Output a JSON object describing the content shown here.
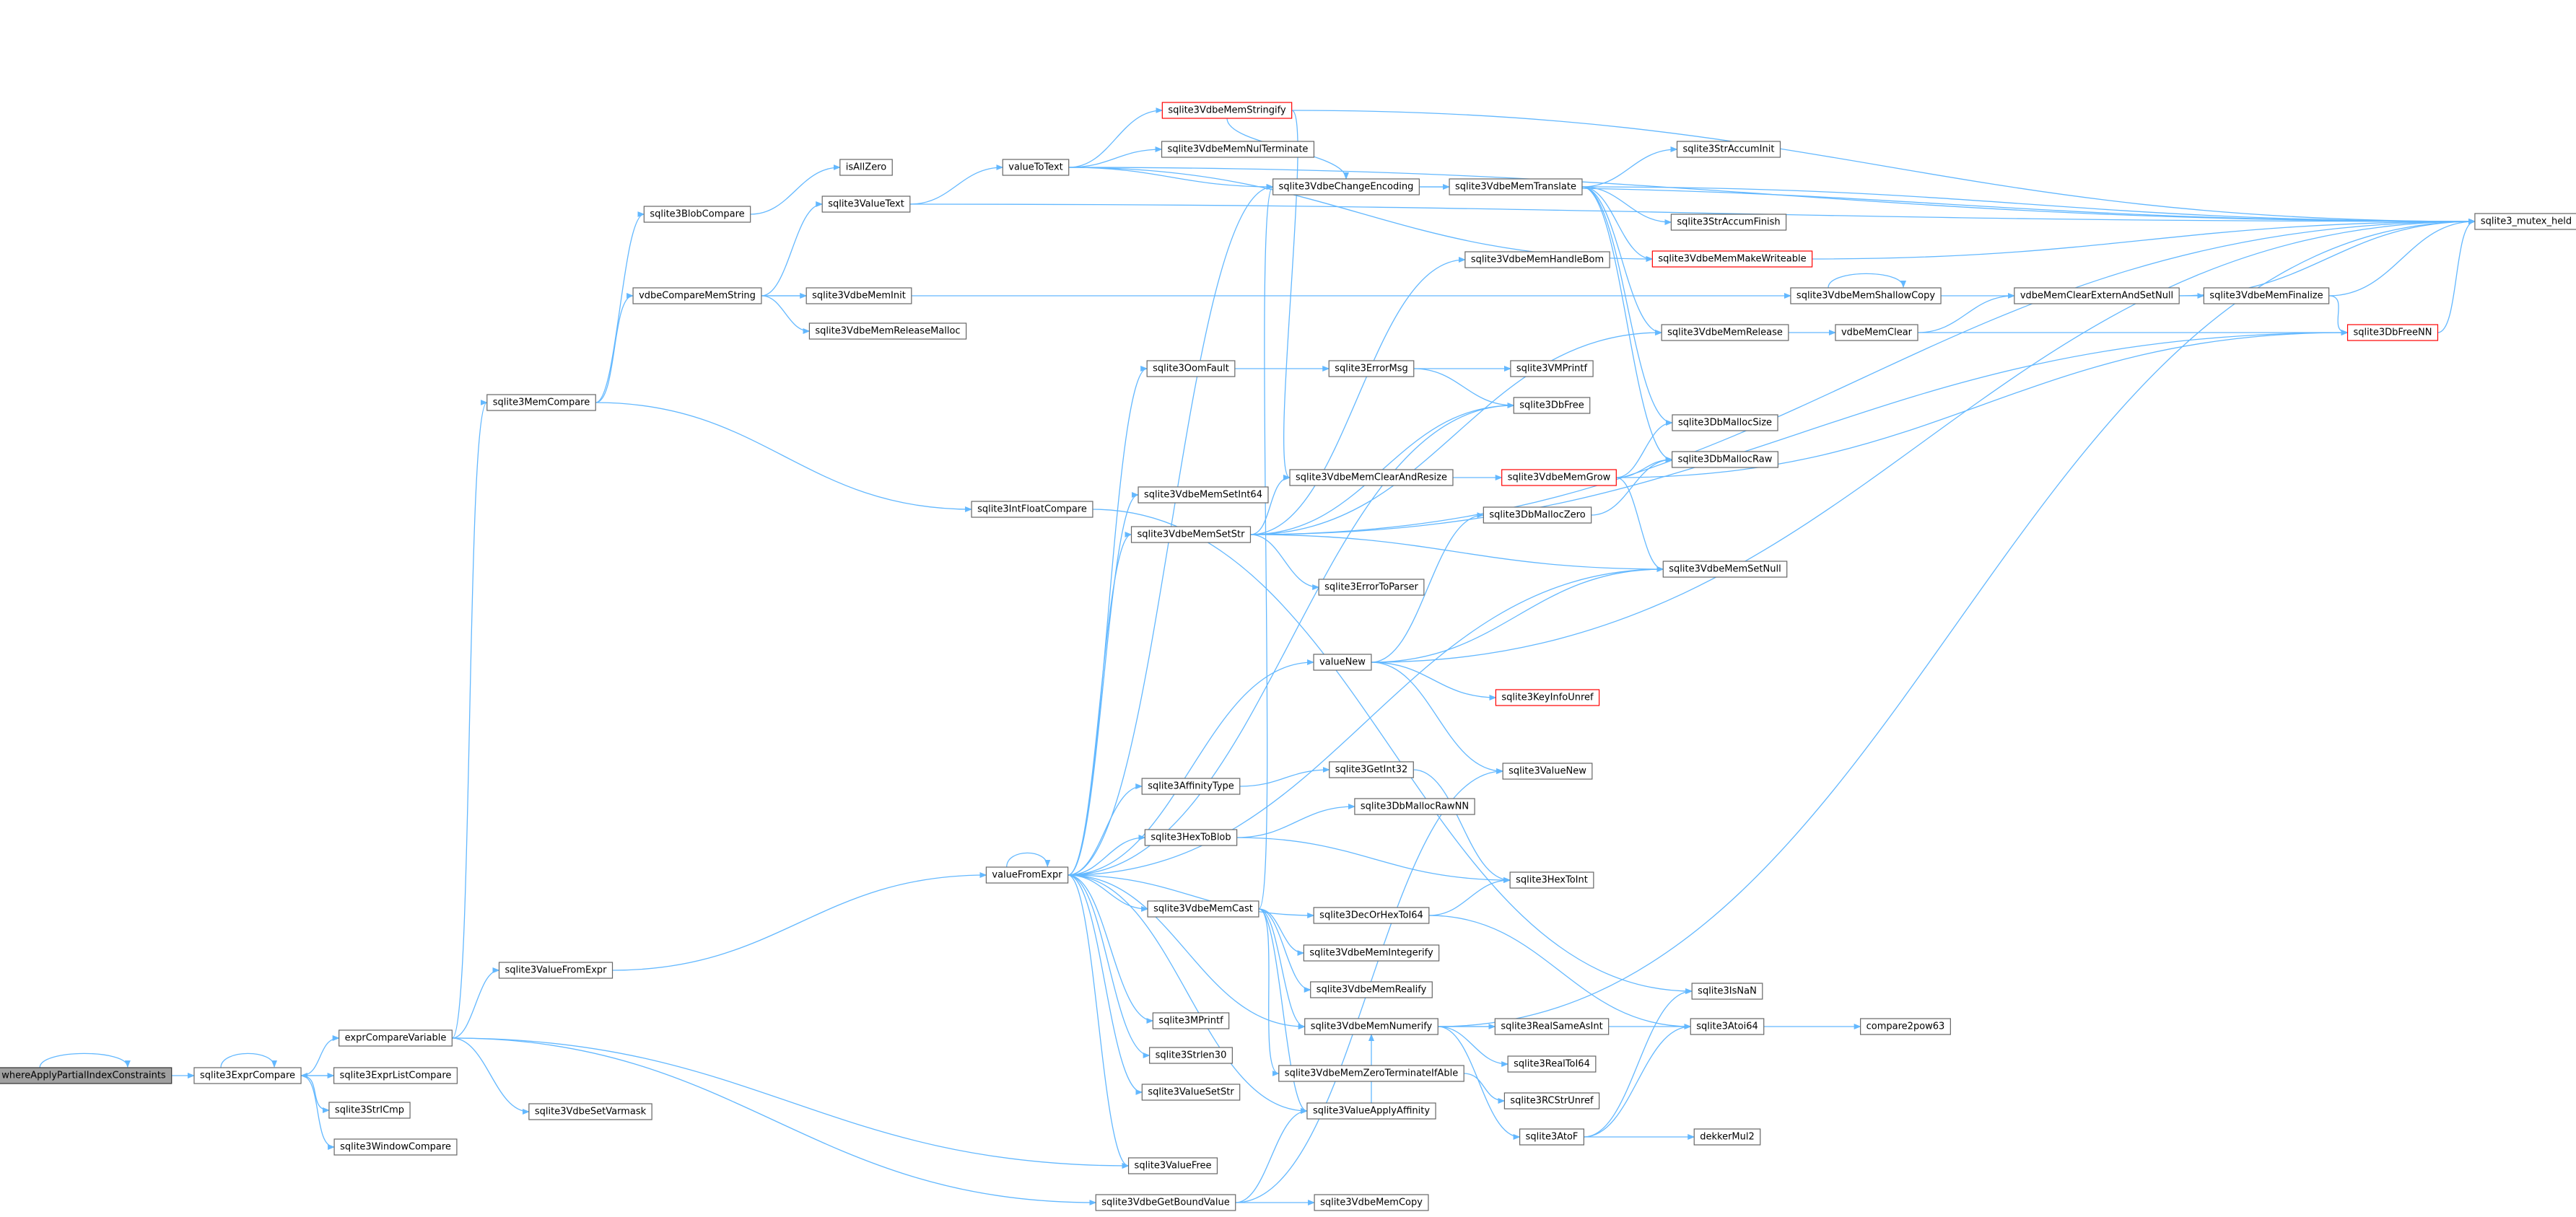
{
  "diagram": {
    "type": "call-graph",
    "colors": {
      "edge": "#63b8ff",
      "node_border": "#666666",
      "highlight_border": "#ff0000",
      "root_fill": "#a0a0a0"
    },
    "nodes": [
      {
        "id": "n0",
        "label": "whereApplyPartialIndexConstraints",
        "root": true
      },
      {
        "id": "n1",
        "label": "sqlite3ExprCompare"
      },
      {
        "id": "n2",
        "label": "exprCompareVariable"
      },
      {
        "id": "n3",
        "label": "sqlite3ExprListCompare"
      },
      {
        "id": "n4",
        "label": "sqlite3StrICmp"
      },
      {
        "id": "n5",
        "label": "sqlite3WindowCompare"
      },
      {
        "id": "n6",
        "label": "sqlite3MemCompare"
      },
      {
        "id": "n7",
        "label": "sqlite3ValueFromExpr"
      },
      {
        "id": "n8",
        "label": "sqlite3VdbeSetVarmask"
      },
      {
        "id": "n9",
        "label": "sqlite3VdbeGetBoundValue"
      },
      {
        "id": "n10",
        "label": "sqlite3ValueFree"
      },
      {
        "id": "n11",
        "label": "sqlite3BlobCompare"
      },
      {
        "id": "n12",
        "label": "vdbeCompareMemString"
      },
      {
        "id": "n13",
        "label": "sqlite3IntFloatCompare"
      },
      {
        "id": "n14",
        "label": "isAllZero"
      },
      {
        "id": "n15",
        "label": "sqlite3ValueText"
      },
      {
        "id": "n16",
        "label": "sqlite3VdbeMemInit"
      },
      {
        "id": "n17",
        "label": "sqlite3VdbeMemReleaseMalloc"
      },
      {
        "id": "n18",
        "label": "valueToText"
      },
      {
        "id": "n19",
        "label": "valueFromExpr"
      },
      {
        "id": "n20",
        "label": "sqlite3VdbeMemStringify",
        "red": true
      },
      {
        "id": "n21",
        "label": "sqlite3VdbeMemNulTerminate"
      },
      {
        "id": "n22",
        "label": "sqlite3VdbeChangeEncoding"
      },
      {
        "id": "n23",
        "label": "sqlite3OomFault"
      },
      {
        "id": "n24",
        "label": "sqlite3VdbeMemSetInt64"
      },
      {
        "id": "n25",
        "label": "sqlite3VdbeMemSetStr"
      },
      {
        "id": "n26",
        "label": "valueNew"
      },
      {
        "id": "n27",
        "label": "sqlite3AffinityType"
      },
      {
        "id": "n28",
        "label": "sqlite3HexToBlob"
      },
      {
        "id": "n29",
        "label": "sqlite3VdbeMemCast"
      },
      {
        "id": "n30",
        "label": "sqlite3MPrintf"
      },
      {
        "id": "n31",
        "label": "sqlite3Strlen30"
      },
      {
        "id": "n32",
        "label": "sqlite3ValueSetStr"
      },
      {
        "id": "n33",
        "label": "sqlite3VdbeMemHandleBom"
      },
      {
        "id": "n34",
        "label": "sqlite3ErrorMsg"
      },
      {
        "id": "n35",
        "label": "sqlite3VdbeMemClearAndResize"
      },
      {
        "id": "n36",
        "label": "sqlite3ErrorToParser"
      },
      {
        "id": "n37",
        "label": "sqlite3KeyInfoUnref",
        "red": true
      },
      {
        "id": "n38",
        "label": "sqlite3GetInt32"
      },
      {
        "id": "n39",
        "label": "sqlite3DbMallocRawNN"
      },
      {
        "id": "n40",
        "label": "sqlite3DecOrHexToI64"
      },
      {
        "id": "n41",
        "label": "sqlite3VdbeMemIntegerify"
      },
      {
        "id": "n42",
        "label": "sqlite3VdbeMemRealify"
      },
      {
        "id": "n43",
        "label": "sqlite3VdbeMemNumerify"
      },
      {
        "id": "n44",
        "label": "sqlite3VdbeMemZeroTerminateIfAble"
      },
      {
        "id": "n45",
        "label": "sqlite3ValueApplyAffinity"
      },
      {
        "id": "n46",
        "label": "sqlite3VdbeMemCopy"
      },
      {
        "id": "n47",
        "label": "sqlite3VdbeMemTranslate"
      },
      {
        "id": "n48",
        "label": "sqlite3VMPrintf"
      },
      {
        "id": "n49",
        "label": "sqlite3DbFree"
      },
      {
        "id": "n50",
        "label": "sqlite3VdbeMemGrow",
        "red": true
      },
      {
        "id": "n51",
        "label": "sqlite3DbMallocZero"
      },
      {
        "id": "n52",
        "label": "sqlite3ValueNew"
      },
      {
        "id": "n53",
        "label": "sqlite3HexToInt"
      },
      {
        "id": "n54",
        "label": "sqlite3RealSameAsInt"
      },
      {
        "id": "n55",
        "label": "sqlite3RealToI64"
      },
      {
        "id": "n56",
        "label": "sqlite3RCStrUnref"
      },
      {
        "id": "n57",
        "label": "sqlite3AtoF"
      },
      {
        "id": "n58",
        "label": "sqlite3StrAccumInit"
      },
      {
        "id": "n59",
        "label": "sqlite3StrAccumFinish"
      },
      {
        "id": "n60",
        "label": "sqlite3VdbeMemMakeWriteable",
        "red": true
      },
      {
        "id": "n61",
        "label": "sqlite3VdbeMemShallowCopy"
      },
      {
        "id": "n62",
        "label": "sqlite3VdbeMemRelease"
      },
      {
        "id": "n63",
        "label": "sqlite3DbMallocSize"
      },
      {
        "id": "n64",
        "label": "sqlite3DbMallocRaw"
      },
      {
        "id": "n65",
        "label": "sqlite3VdbeMemSetNull"
      },
      {
        "id": "n66",
        "label": "sqlite3IsNaN"
      },
      {
        "id": "n67",
        "label": "sqlite3Atoi64"
      },
      {
        "id": "n68",
        "label": "dekkerMul2"
      },
      {
        "id": "n69",
        "label": "vdbeMemClearExternAndSetNull"
      },
      {
        "id": "n70",
        "label": "vdbeMemClear"
      },
      {
        "id": "n71",
        "label": "compare2pow63"
      },
      {
        "id": "n72",
        "label": "sqlite3VdbeMemFinalize"
      },
      {
        "id": "n73",
        "label": "sqlite3DbFreeNN",
        "red": true
      },
      {
        "id": "n74",
        "label": "sqlite3_mutex_held"
      }
    ],
    "edges": [
      [
        "n0",
        "n0"
      ],
      [
        "n0",
        "n1"
      ],
      [
        "n1",
        "n1"
      ],
      [
        "n1",
        "n2"
      ],
      [
        "n1",
        "n3"
      ],
      [
        "n1",
        "n4"
      ],
      [
        "n1",
        "n5"
      ],
      [
        "n3",
        "n1"
      ],
      [
        "n2",
        "n6"
      ],
      [
        "n2",
        "n7"
      ],
      [
        "n2",
        "n8"
      ],
      [
        "n2",
        "n9"
      ],
      [
        "n2",
        "n10"
      ],
      [
        "n6",
        "n11"
      ],
      [
        "n6",
        "n12"
      ],
      [
        "n6",
        "n13"
      ],
      [
        "n11",
        "n14"
      ],
      [
        "n12",
        "n15"
      ],
      [
        "n12",
        "n16"
      ],
      [
        "n12",
        "n17"
      ],
      [
        "n12",
        "n61"
      ],
      [
        "n15",
        "n18"
      ],
      [
        "n15",
        "n74"
      ],
      [
        "n18",
        "n20"
      ],
      [
        "n18",
        "n21"
      ],
      [
        "n18",
        "n22"
      ],
      [
        "n18",
        "n60"
      ],
      [
        "n18",
        "n74"
      ],
      [
        "n20",
        "n22"
      ],
      [
        "n20",
        "n35"
      ],
      [
        "n20",
        "n74"
      ],
      [
        "n22",
        "n47"
      ],
      [
        "n22",
        "n74"
      ],
      [
        "n47",
        "n58"
      ],
      [
        "n47",
        "n59"
      ],
      [
        "n47",
        "n60"
      ],
      [
        "n47",
        "n62"
      ],
      [
        "n47",
        "n63"
      ],
      [
        "n47",
        "n64"
      ],
      [
        "n47",
        "n74"
      ],
      [
        "n60",
        "n74"
      ],
      [
        "n13",
        "n66"
      ],
      [
        "n7",
        "n19"
      ],
      [
        "n19",
        "n19"
      ],
      [
        "n19",
        "n22"
      ],
      [
        "n19",
        "n23"
      ],
      [
        "n19",
        "n24"
      ],
      [
        "n19",
        "n25"
      ],
      [
        "n19",
        "n26"
      ],
      [
        "n19",
        "n27"
      ],
      [
        "n19",
        "n28"
      ],
      [
        "n19",
        "n29"
      ],
      [
        "n19",
        "n30"
      ],
      [
        "n19",
        "n31"
      ],
      [
        "n19",
        "n32"
      ],
      [
        "n19",
        "n10"
      ],
      [
        "n19",
        "n40"
      ],
      [
        "n19",
        "n65"
      ],
      [
        "n19",
        "n49"
      ],
      [
        "n19",
        "n45"
      ],
      [
        "n19",
        "n43"
      ],
      [
        "n23",
        "n34"
      ],
      [
        "n34",
        "n48"
      ],
      [
        "n34",
        "n49"
      ],
      [
        "n25",
        "n33"
      ],
      [
        "n25",
        "n35"
      ],
      [
        "n25",
        "n36"
      ],
      [
        "n25",
        "n62"
      ],
      [
        "n25",
        "n65"
      ],
      [
        "n25",
        "n49"
      ],
      [
        "n25",
        "n73"
      ],
      [
        "n25",
        "n74"
      ],
      [
        "n35",
        "n50"
      ],
      [
        "n50",
        "n63"
      ],
      [
        "n50",
        "n64"
      ],
      [
        "n50",
        "n65"
      ],
      [
        "n50",
        "n73"
      ],
      [
        "n26",
        "n51"
      ],
      [
        "n26",
        "n65"
      ],
      [
        "n26",
        "n37"
      ],
      [
        "n26",
        "n52"
      ],
      [
        "n26",
        "n74"
      ],
      [
        "n51",
        "n64"
      ],
      [
        "n27",
        "n38"
      ],
      [
        "n38",
        "n53"
      ],
      [
        "n28",
        "n39"
      ],
      [
        "n28",
        "n53"
      ],
      [
        "n40",
        "n53"
      ],
      [
        "n40",
        "n67"
      ],
      [
        "n29",
        "n41"
      ],
      [
        "n29",
        "n42"
      ],
      [
        "n29",
        "n43"
      ],
      [
        "n29",
        "n44"
      ],
      [
        "n29",
        "n45"
      ],
      [
        "n29",
        "n22"
      ],
      [
        "n43",
        "n54"
      ],
      [
        "n43",
        "n55"
      ],
      [
        "n43",
        "n57"
      ],
      [
        "n43",
        "n67"
      ],
      [
        "n43",
        "n74"
      ],
      [
        "n44",
        "n56"
      ],
      [
        "n45",
        "n43"
      ],
      [
        "n9",
        "n45"
      ],
      [
        "n9",
        "n46"
      ],
      [
        "n9",
        "n52"
      ],
      [
        "n57",
        "n66"
      ],
      [
        "n57",
        "n67"
      ],
      [
        "n57",
        "n68"
      ],
      [
        "n67",
        "n71"
      ],
      [
        "n61",
        "n61"
      ],
      [
        "n61",
        "n69"
      ],
      [
        "n62",
        "n70"
      ],
      [
        "n70",
        "n69"
      ],
      [
        "n70",
        "n73"
      ],
      [
        "n69",
        "n72"
      ],
      [
        "n69",
        "n74"
      ],
      [
        "n72",
        "n73"
      ],
      [
        "n72",
        "n74"
      ],
      [
        "n73",
        "n74"
      ]
    ]
  }
}
